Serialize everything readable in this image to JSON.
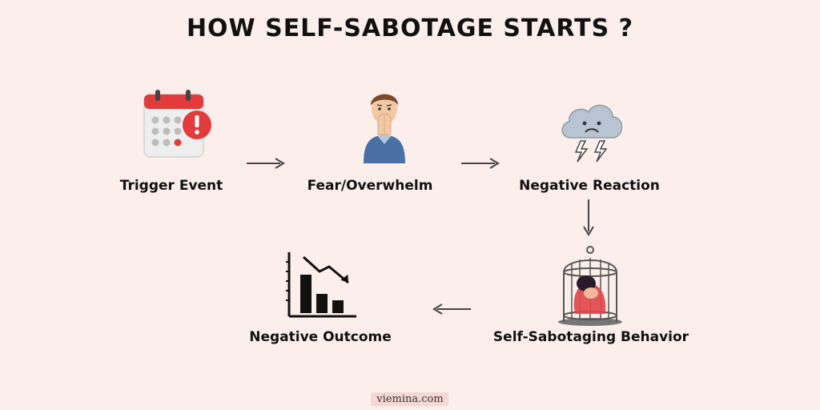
{
  "title": "HOW SELF-SABOTAGE STARTS ?",
  "steps": [
    {
      "label": "Trigger Event",
      "icon": "calendar-alert-icon"
    },
    {
      "label": "Fear/Overwhelm",
      "icon": "worried-person-icon"
    },
    {
      "label": "Negative Reaction",
      "icon": "storm-cloud-icon"
    },
    {
      "label": "Self-Sabotaging Behavior",
      "icon": "caged-person-icon"
    },
    {
      "label": "Negative Outcome",
      "icon": "declining-chart-icon"
    }
  ],
  "footer": "viemina.com",
  "colors": {
    "background": "#fcefeb",
    "accent": "#d93b3b",
    "text": "#111111"
  }
}
